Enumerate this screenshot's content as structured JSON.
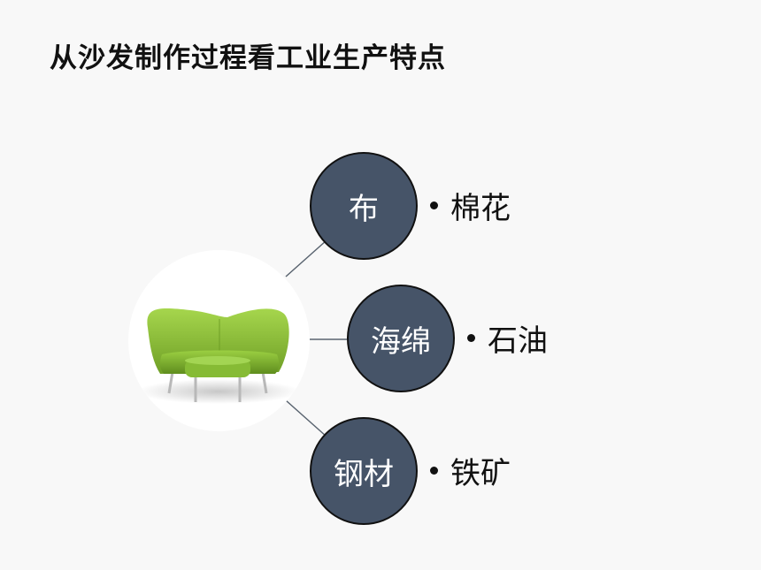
{
  "slide": {
    "title": "从沙发制作过程看工业生产特点"
  },
  "diagram": {
    "center": {
      "icon": "green-sofa-icon"
    },
    "nodes": [
      {
        "label": "布",
        "source": "棉花"
      },
      {
        "label": "海绵",
        "source": "石油"
      },
      {
        "label": "钢材",
        "source": "铁矿"
      }
    ],
    "colors": {
      "node_fill": "#465468",
      "node_border": "#111111",
      "node_text": "#ffffff",
      "sofa_green": "#8cc63f",
      "connector": "#5a6470"
    }
  }
}
